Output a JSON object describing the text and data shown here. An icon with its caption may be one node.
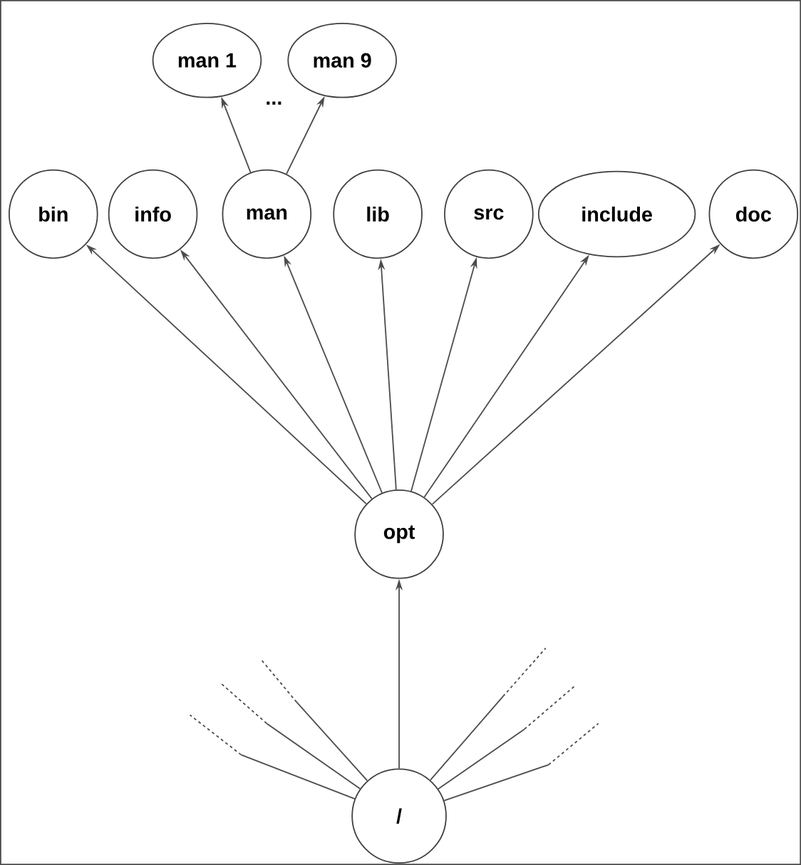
{
  "diagram": {
    "nodes": [
      {
        "text": [
          "man 1"
        ]
      },
      {
        "text": [
          "man 9"
        ]
      },
      {
        "text": [
          "bin"
        ]
      },
      {
        "text": [
          "info"
        ]
      },
      {
        "text": [
          "man"
        ]
      },
      {
        "text": [
          "lib"
        ]
      },
      {
        "text": [
          "src"
        ]
      },
      {
        "text": [
          "include"
        ]
      },
      {
        "text": [
          "doc"
        ]
      },
      {
        "text": [
          "opt"
        ]
      },
      {
        "text": [
          "/"
        ]
      }
    ],
    "edges": [
      {
        "from": 4,
        "to": 0,
        "arrow": "to"
      },
      {
        "from": 4,
        "to": 1,
        "arrow": "to"
      },
      {
        "from": 9,
        "to": 2,
        "arrow": "to"
      },
      {
        "from": 9,
        "to": 3,
        "arrow": "to"
      },
      {
        "from": 9,
        "to": 4,
        "arrow": "to"
      },
      {
        "from": 9,
        "to": 5,
        "arrow": "to"
      },
      {
        "from": 9,
        "to": 6,
        "arrow": "to"
      },
      {
        "from": 9,
        "to": 7,
        "arrow": "to"
      },
      {
        "from": 9,
        "to": 8,
        "arrow": "to"
      },
      {
        "from": 10,
        "to": 9,
        "arrow": "to"
      },
      {
        "from": 10,
        "to": null,
        "arrow": "none"
      },
      {
        "from": 10,
        "to": null,
        "arrow": "none"
      },
      {
        "from": 10,
        "to": null,
        "arrow": "none"
      },
      {
        "from": 10,
        "to": null,
        "arrow": "none"
      },
      {
        "from": 10,
        "to": null,
        "arrow": "none"
      },
      {
        "from": 10,
        "to": null,
        "arrow": "none"
      }
    ],
    "labels": [
      "..."
    ]
  }
}
